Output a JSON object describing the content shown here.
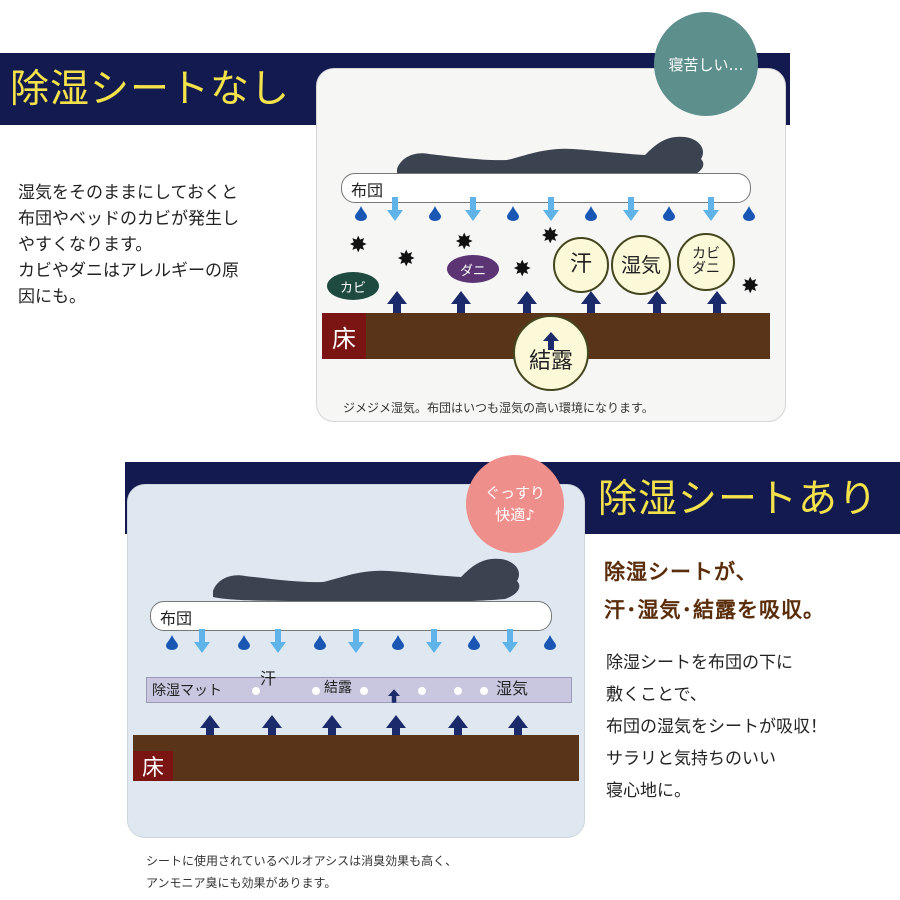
{
  "top": {
    "title": "除湿シートなし",
    "bubble": "寝苦しい…",
    "description": [
      "湿気をそのままにしておくと",
      "布団やベッドのカビが発生し",
      "やすくなります。",
      "カビやダニはアレルギーの原",
      "因にも。"
    ],
    "futon_label": "布団",
    "floor_label": "床",
    "labels": {
      "sweat": "汗",
      "moisture": "湿気",
      "mite_mold": "カビ ダニ",
      "mold": "カビ",
      "mite": "ダニ",
      "condensation": "結露"
    },
    "caption": "ジメジメ湿気。布団はいつも湿気の高い環境になります。"
  },
  "bottom": {
    "title": "除湿シートあり",
    "bubble_line1": "ぐっすり",
    "bubble_line2": "快適♪",
    "headline_line1": "除湿シートが、",
    "headline_line2": "汗･湿気･結露を吸収。",
    "description": [
      "除湿シートを布団の下に",
      "敷くことで、",
      "布団の湿気をシートが吸収！",
      "サラリと気持ちのいい",
      "寝心地に。"
    ],
    "futon_label": "布団",
    "mat_label": "除湿マット",
    "mat_words": {
      "sweat": "汗",
      "condensation": "結露",
      "moisture": "湿気"
    },
    "floor_label": "床",
    "caption_line1": "シートに使用されているベルオアシスは消臭効果も高く、",
    "caption_line2": "アンモニア臭にも効果があります。"
  },
  "colors": {
    "band": "#131a4f",
    "title": "#f3e24a",
    "drop": "#1a56b4",
    "arrow_light": "#5fb3e8",
    "arrow_dark": "#1b2a6b",
    "floor": "#5a3418",
    "floor_label": "#7a1514",
    "bubble_top": "#5d8f8c",
    "bubble_bottom": "#ef8f8c"
  }
}
